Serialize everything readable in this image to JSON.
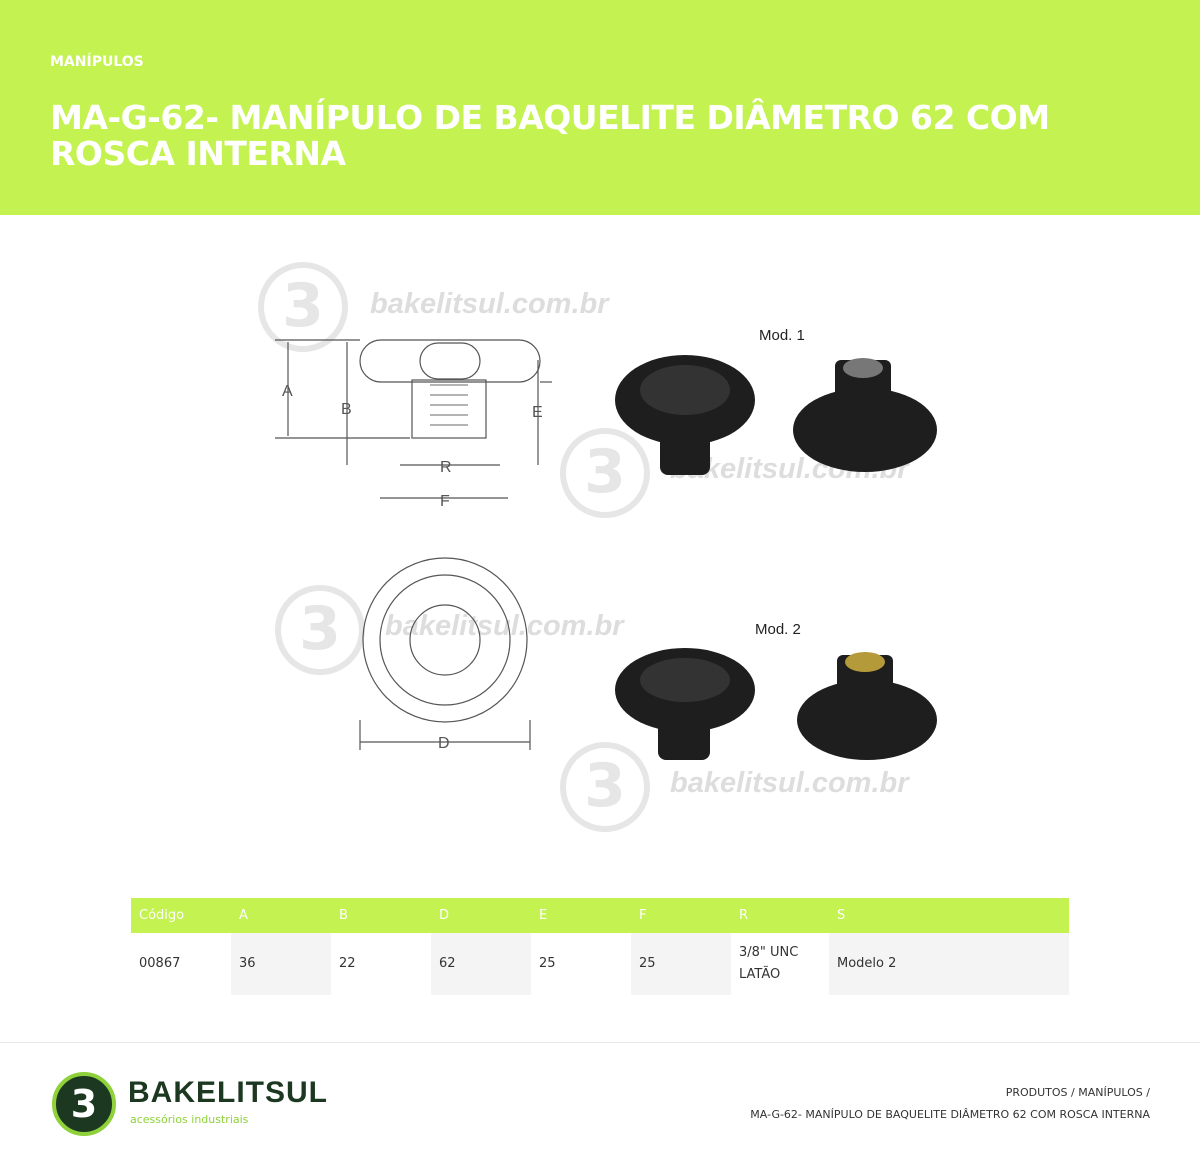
{
  "header": {
    "category": "MANÍPULOS",
    "title": "MA-G-62- MANÍPULO DE BAQUELITE DIÂMETRO 62 COM ROSCA INTERNA",
    "accent": "#c3f251"
  },
  "figure": {
    "watermark": "bakelitsul.com.br",
    "mod1": "Mod. 1",
    "mod2": "Mod. 2",
    "dims": {
      "a": "A",
      "b": "B",
      "e": "E",
      "r": "R",
      "f": "F",
      "d": "D"
    }
  },
  "table": {
    "headers": [
      "Código",
      "A",
      "B",
      "D",
      "E",
      "F",
      "R",
      "S"
    ],
    "rows": [
      [
        "00867",
        "36",
        "22",
        "62",
        "25",
        "25",
        "3/8\" UNC\nLATÃO",
        "Modelo 2"
      ]
    ]
  },
  "footer": {
    "brand": "BAKELITSUL",
    "tagline": "acessórios industriais",
    "crumb1": "PRODUTOS / MANÍPULOS /",
    "crumb2": "MA-G-62- MANÍPULO DE BAQUELITE DIÂMETRO 62 COM ROSCA INTERNA"
  }
}
